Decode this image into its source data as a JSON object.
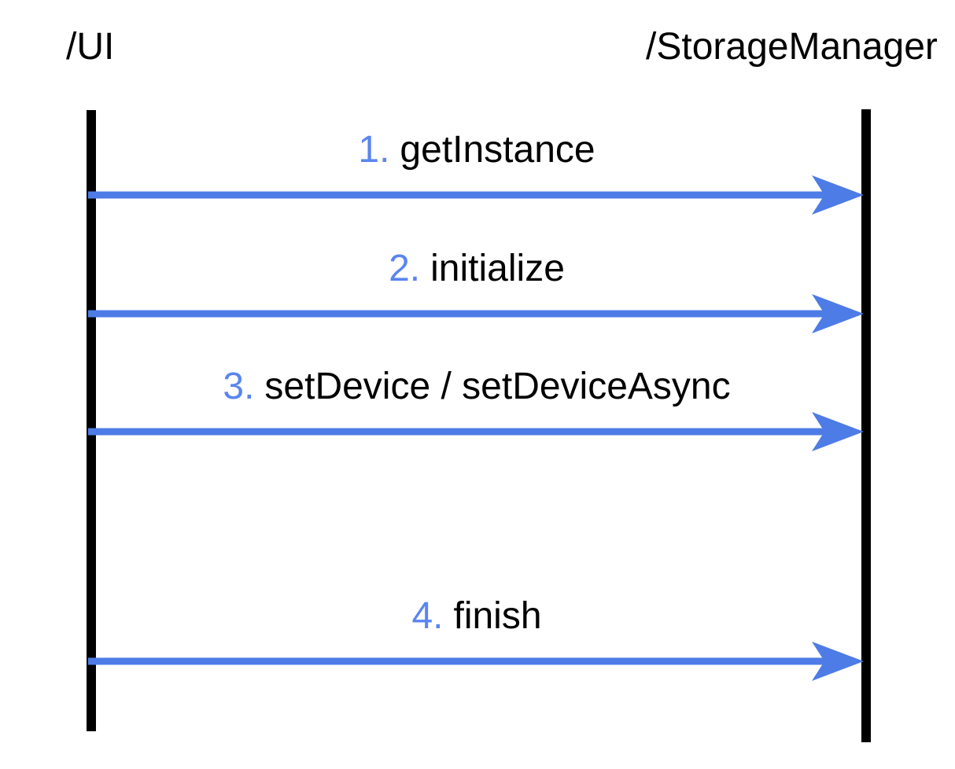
{
  "diagram": {
    "type": "sequence",
    "actors": [
      {
        "label": "/UI"
      },
      {
        "label": "/StorageManager"
      }
    ],
    "messages": [
      {
        "number": "1.",
        "label": "getInstance",
        "from": "/UI",
        "to": "/StorageManager"
      },
      {
        "number": "2.",
        "label": "initialize",
        "from": "/UI",
        "to": "/StorageManager"
      },
      {
        "number": "3.",
        "label": "setDevice / setDeviceAsync",
        "from": "/UI",
        "to": "/StorageManager"
      },
      {
        "number": "4.",
        "label": "finish",
        "from": "/UI",
        "to": "/StorageManager"
      }
    ],
    "colors": {
      "arrow": "#4d7ce6",
      "number": "#5b85f0",
      "lifeline": "#000000",
      "text": "#000000",
      "background": "#ffffff"
    }
  }
}
